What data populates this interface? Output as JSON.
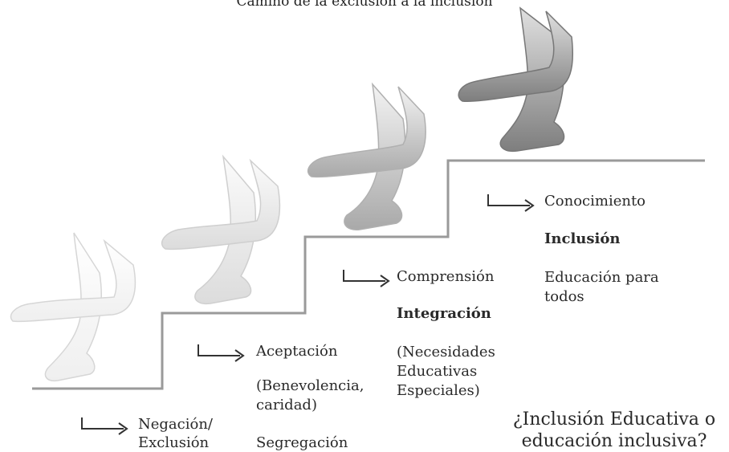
{
  "title": "Camino de la exclusión a la inclusión",
  "steps": [
    {
      "stage": "Negación/",
      "stage2": "Exclusión",
      "outcome": "Segregación"
    },
    {
      "stage": "Aceptación",
      "note": "(Benevolencia,",
      "note2": "caridad)"
    },
    {
      "stage": "Comprensión",
      "outcome": "Integración",
      "note": "(Necesidades",
      "note2": "Educativas",
      "note3": "Especiales)"
    },
    {
      "stage": "Conocimiento",
      "outcome": "Inclusión",
      "note": "Educación para",
      "note2": "todos"
    }
  ],
  "question": {
    "line1": "¿Inclusión Educativa o",
    "line2": "educación inclusiva?"
  },
  "colors": {
    "stair_line": "#9a9a9a",
    "text": "#2a2a2a"
  },
  "icons": [
    "walking-legs-illustration",
    "right-turn-arrow-icon"
  ]
}
